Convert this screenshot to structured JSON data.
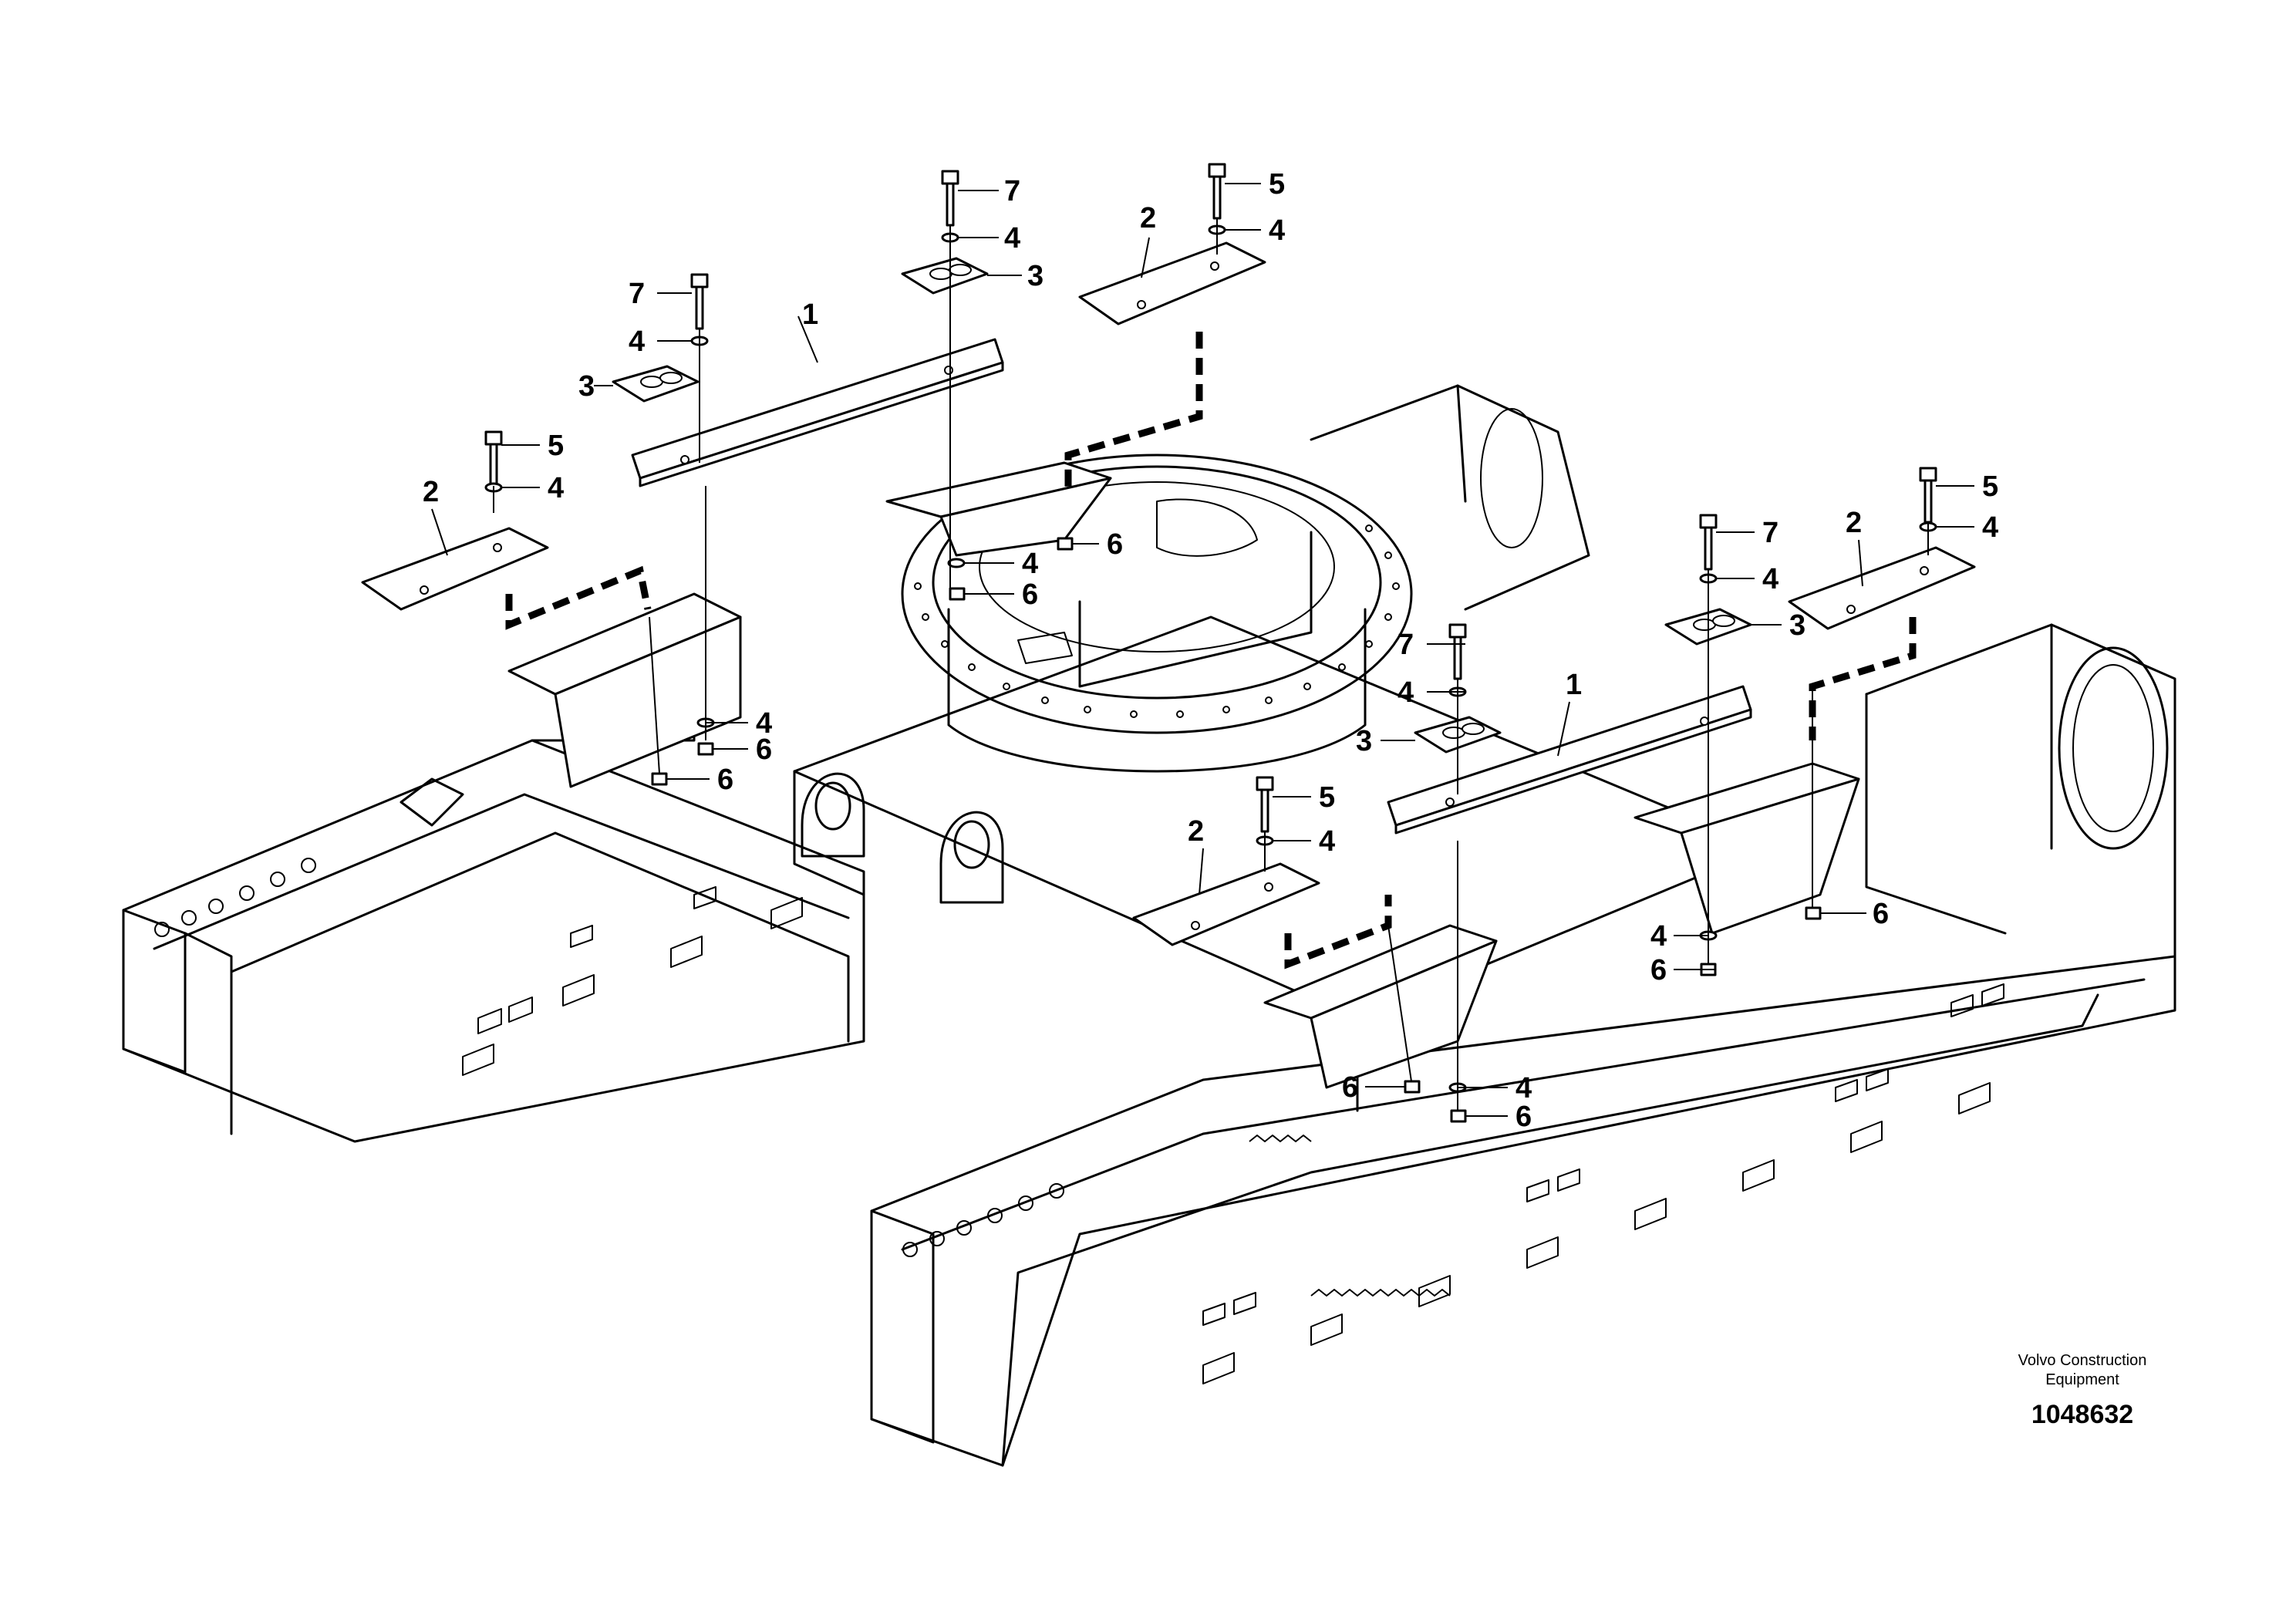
{
  "callouts": {
    "c1": "7",
    "c2": "4",
    "c3": "3",
    "c4": "1",
    "c5": "2",
    "c6": "5",
    "c7": "4",
    "c8": "7",
    "c9": "4",
    "c10": "3",
    "c11": "5",
    "c12": "4",
    "c13": "2",
    "c14": "6",
    "c15": "4",
    "c16": "6",
    "c17": "4",
    "c18": "6",
    "c19": "6",
    "c20": "5",
    "c21": "4",
    "c22": "2",
    "c23": "7",
    "c24": "4",
    "c25": "3",
    "c26": "7",
    "c27": "4",
    "c28": "3",
    "c29": "1",
    "c30": "5",
    "c31": "4",
    "c32": "2",
    "c33": "6",
    "c34": "4",
    "c35": "6",
    "c36": "6",
    "c37": "4",
    "c38": "6"
  },
  "footer": {
    "brand_line1": "Volvo Construction",
    "brand_line2": "Equipment",
    "doc_number": "1048632"
  }
}
